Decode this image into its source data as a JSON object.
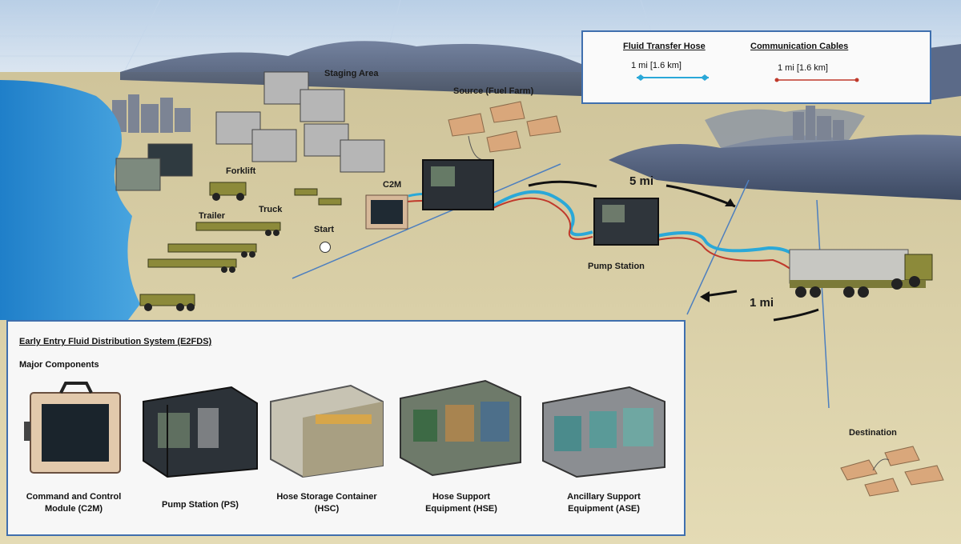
{
  "legend": {
    "fluid_title": "Fluid Transfer Hose",
    "fluid_scale": "1 mi [1.6 km]",
    "fluid_color": "#2aa8d8",
    "comm_title": "Communication Cables",
    "comm_scale": "1 mi [1.6 km]",
    "comm_color": "#c0392b"
  },
  "map_labels": {
    "staging_area": "Staging Area",
    "source": "Source (Fuel Farm)",
    "forklift": "Forklift",
    "trailer": "Trailer",
    "truck": "Truck",
    "start": "Start",
    "c2m": "C2M",
    "pump_station": "Pump Station",
    "distance_5": "5 mi",
    "distance_1": "1 mi",
    "destination": "Destination"
  },
  "components_panel": {
    "title": "Early Entry Fluid Distribution System (E2FDS)",
    "subtitle": "Major Components",
    "items": [
      {
        "line1": "Command and Control",
        "line2": "Module (C2M)",
        "icon": "c2m-laptop-icon"
      },
      {
        "line1": "Pump Station (PS)",
        "line2": "",
        "icon": "pump-station-icon"
      },
      {
        "line1": "Hose Storage Container",
        "line2": "(HSC)",
        "icon": "hose-storage-container-icon"
      },
      {
        "line1": "Hose Support",
        "line2": "Equipment (HSE)",
        "icon": "hose-support-equipment-icon"
      },
      {
        "line1": "Ancillary Support",
        "line2": "Equipment (ASE)",
        "icon": "ancillary-support-equipment-icon"
      }
    ]
  },
  "colors": {
    "ocean": "#2b8ad0",
    "desert": "#d8cd9e",
    "mountain": "#55627a",
    "sky": "#c9d9ea",
    "frame_border": "#3f6fae"
  }
}
